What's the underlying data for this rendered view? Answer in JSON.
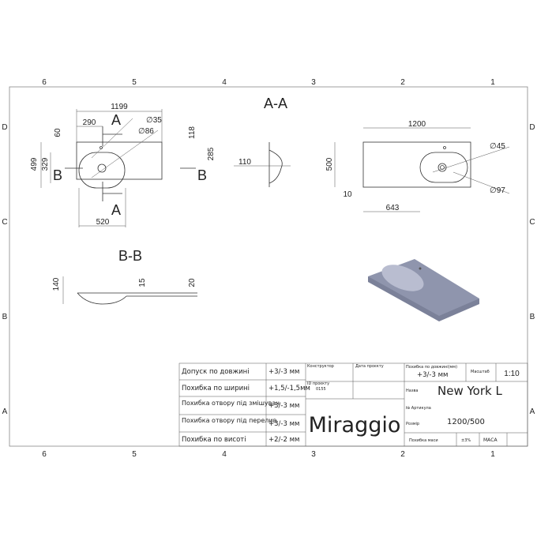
{
  "grid": {
    "columns": [
      "6",
      "5",
      "4",
      "3",
      "2",
      "1"
    ],
    "rows": [
      "D",
      "C",
      "B",
      "A"
    ]
  },
  "views": {
    "top": {
      "dims": {
        "length": "1199",
        "offset": "290",
        "top": "60",
        "dia_small": "∅35",
        "dia_large": "∅86",
        "right_top": "118",
        "right_h": "285",
        "height": "499",
        "bowl_h": "329",
        "bowl_w": "520"
      },
      "section_a": "A",
      "section_b": "B"
    },
    "aa": {
      "title": "A-A",
      "depth": "110"
    },
    "plan": {
      "dims": {
        "length": "1200",
        "height": "500",
        "edge": "10",
        "offset": "643",
        "dia_hole": "∅45",
        "dia_drain": "∅97"
      }
    },
    "bb": {
      "title": "B-B",
      "d140": "140",
      "d15": "15",
      "d20": "20"
    }
  },
  "title_block": {
    "tolerances": [
      {
        "label": "Допуск по довжині",
        "value": "+3/-3 мм"
      },
      {
        "label": "Похибка по ширині",
        "value": "+1,5/-1,5мм"
      },
      {
        "label": "Похибка отвору під змішувач",
        "value": "+3/-3 мм"
      },
      {
        "label": "Похибка отвору під перелив",
        "value": "+3/-3 мм"
      },
      {
        "label": "Похибка по висоті",
        "value": "+2/-2 мм"
      }
    ],
    "designer_label": "Конструктор",
    "date_label": "Дата проєкту",
    "project_id_label": "ID проєкту",
    "project_id": "0155",
    "brand": "Miraggio",
    "length_tol_label": "Похибка по довжині(мм)",
    "length_tol": "+3/-3 мм",
    "scale_label": "Масштаб",
    "scale": "1:10",
    "name_label": "Назва",
    "name": "New York L",
    "article_label": "№ Артикула",
    "size_label": "Розмір",
    "size": "1200/500",
    "mass_tol_label": "Похибка маси",
    "mass_tol": "±3%",
    "mass_label": "МАСА"
  },
  "colors": {
    "render": "#9aa0b8",
    "line": "#333333"
  }
}
